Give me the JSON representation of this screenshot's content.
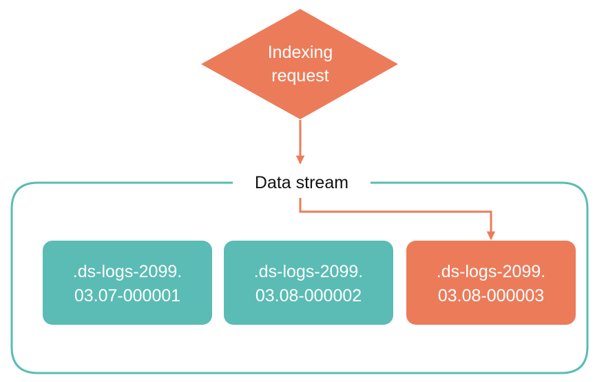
{
  "colors": {
    "request": "#EC7B5A",
    "teal": "#5ABCB4",
    "write_index": "#EC7B5A",
    "arrow": "#EC7B5A",
    "container_border": "#5ABCB4",
    "label_text": "#111111",
    "box_text": "#ffffff"
  },
  "request": {
    "shape": "diamond",
    "label_line1": "Indexing",
    "label_line2": "request"
  },
  "data_stream": {
    "label": "Data stream"
  },
  "backing_indices": [
    {
      "line1": ".ds-logs-2099.",
      "line2": "03.07-000001",
      "is_write_index": false
    },
    {
      "line1": ".ds-logs-2099.",
      "line2": "03.08-000002",
      "is_write_index": false
    },
    {
      "line1": ".ds-logs-2099.",
      "line2": "03.08-000003",
      "is_write_index": true
    }
  ]
}
